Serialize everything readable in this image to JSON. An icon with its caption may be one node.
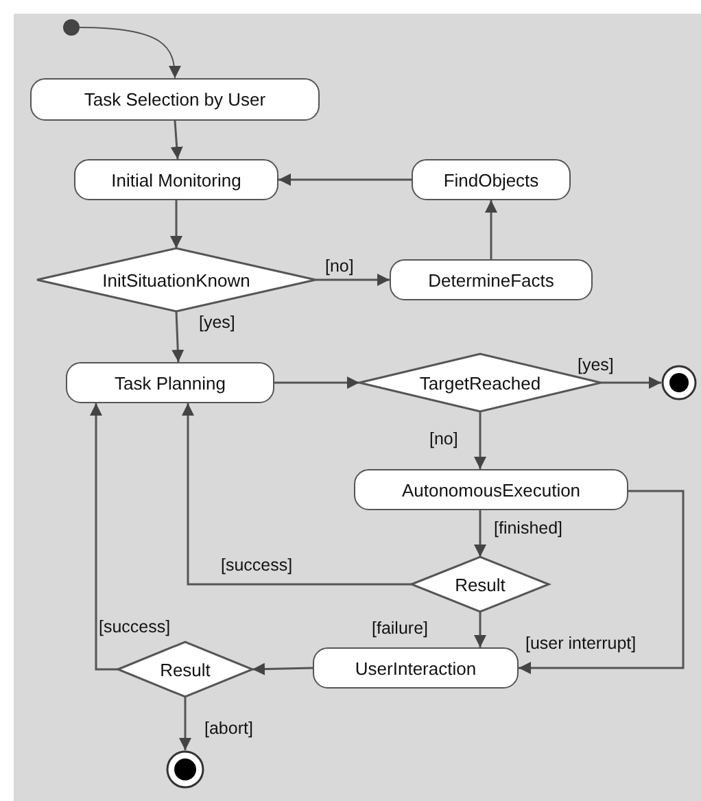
{
  "diagram": {
    "nodes": [
      {
        "text": [],
        "shape": "circle"
      },
      {
        "text": [
          "Task Selection by User"
        ]
      },
      {
        "text": [
          "Initial Monitoring"
        ]
      },
      {
        "text": [
          "InitSituationKnown"
        ]
      },
      {
        "text": [
          "FindObjects"
        ]
      },
      {
        "text": [
          "DetermineFacts"
        ]
      },
      {
        "text": [
          "Task Planning"
        ]
      },
      {
        "text": [
          "TargetReached"
        ]
      },
      {
        "text": [],
        "shape": "circle"
      },
      {
        "text": [
          "AutonomousExecution"
        ]
      },
      {
        "text": [
          "Result"
        ]
      },
      {
        "text": [
          "UserInteraction"
        ]
      },
      {
        "text": [
          "Result"
        ]
      },
      {
        "text": [],
        "shape": "circle"
      }
    ],
    "edges": [
      {
        "from": 0,
        "to": 1,
        "arrow": "to"
      },
      {
        "from": 1,
        "to": 2,
        "arrow": "to"
      },
      {
        "from": 2,
        "to": 3,
        "arrow": "to"
      },
      {
        "from": 3,
        "to": 5,
        "arrow": "to",
        "label": "[no]"
      },
      {
        "from": 5,
        "to": 4,
        "arrow": "to"
      },
      {
        "from": 4,
        "to": 2,
        "arrow": "to"
      },
      {
        "from": 3,
        "to": 6,
        "arrow": "to",
        "label": "[yes]"
      },
      {
        "from": 6,
        "to": 7,
        "arrow": "to"
      },
      {
        "from": 7,
        "to": 8,
        "arrow": "to",
        "label": "[yes]"
      },
      {
        "from": 7,
        "to": 9,
        "arrow": "to",
        "label": "[no]"
      },
      {
        "from": 9,
        "to": 10,
        "arrow": "to",
        "label": "[finished]"
      },
      {
        "from": 10,
        "to": 6,
        "arrow": "to",
        "label": "[success]"
      },
      {
        "from": 10,
        "to": 11,
        "arrow": "to",
        "label": "[failure]"
      },
      {
        "from": 9,
        "to": 11,
        "arrow": "to",
        "label": "[user interrupt]"
      },
      {
        "from": 11,
        "to": 12,
        "arrow": "to"
      },
      {
        "from": 12,
        "to": 6,
        "arrow": "to",
        "label": "[success]"
      },
      {
        "from": 12,
        "to": 13,
        "arrow": "to",
        "label": "[abort]"
      }
    ]
  }
}
